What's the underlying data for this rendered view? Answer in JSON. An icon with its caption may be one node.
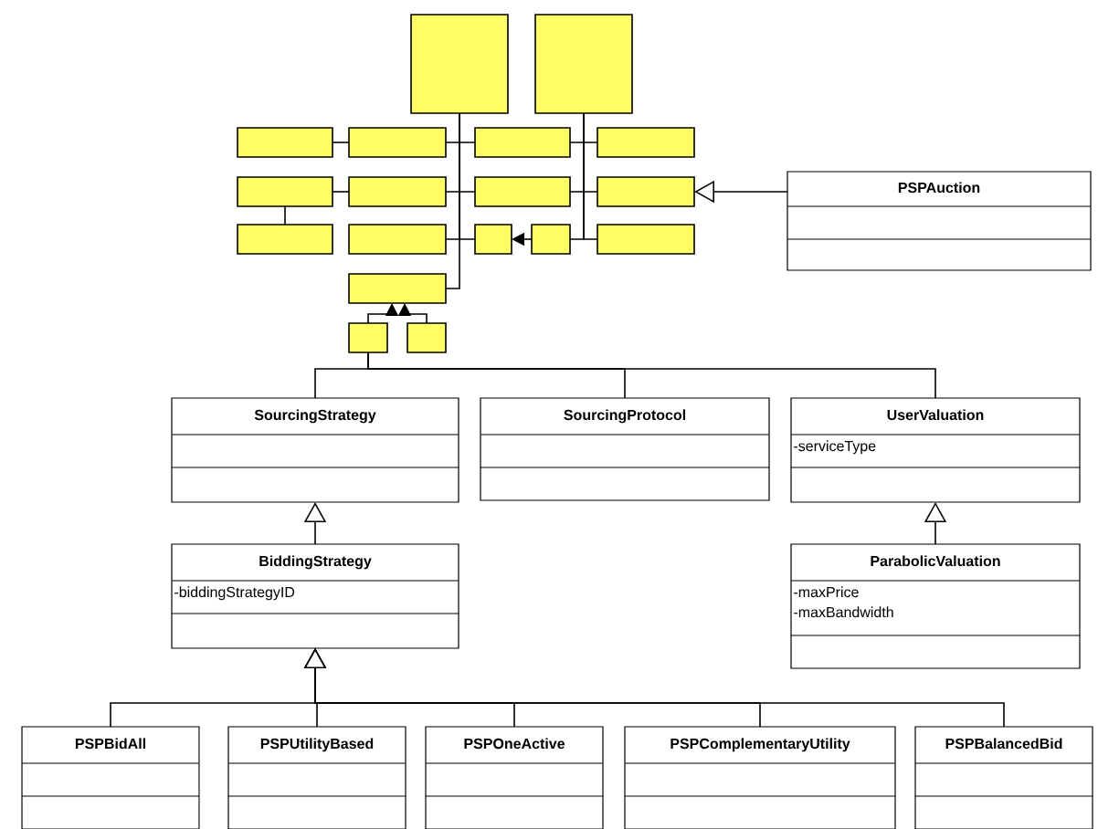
{
  "diagram": {
    "nodes": [
      {
        "text": [],
        "shape": "box"
      },
      {
        "text": [],
        "shape": "box"
      },
      {
        "text": [],
        "shape": "box"
      },
      {
        "text": [],
        "shape": "box"
      },
      {
        "text": [],
        "shape": "box"
      },
      {
        "text": [],
        "shape": "box"
      },
      {
        "text": [],
        "shape": "box"
      },
      {
        "text": [],
        "shape": "box"
      },
      {
        "text": [],
        "shape": "box"
      },
      {
        "text": [],
        "shape": "box"
      },
      {
        "text": [
          "PSPAuction"
        ]
      },
      {
        "text": [],
        "shape": "box"
      },
      {
        "text": [],
        "shape": "box"
      },
      {
        "text": [],
        "shape": "box"
      },
      {
        "text": [],
        "shape": "box"
      },
      {
        "text": [],
        "shape": "box"
      },
      {
        "text": [],
        "shape": "box"
      },
      {
        "text": [],
        "shape": "box"
      },
      {
        "text": [],
        "shape": "box"
      },
      {
        "text": [
          "SourcingStrategy"
        ]
      },
      {
        "text": [
          "SourcingProtocol"
        ]
      },
      {
        "text": [
          "UserValuation",
          "-serviceType"
        ]
      },
      {
        "text": [
          "BiddingStrategy",
          "-biddingStrategyID"
        ]
      },
      {
        "text": [
          "ParabolicValuation",
          "-maxPrice",
          "-maxBandwidth"
        ]
      },
      {
        "text": [
          "PSPBidAll"
        ]
      },
      {
        "text": [
          "PSPUtilityBased"
        ]
      },
      {
        "text": [
          "PSPOneActive"
        ]
      },
      {
        "text": [
          "PSPComplementaryUtility"
        ]
      },
      {
        "text": [
          "PSPBalancedBid"
        ]
      }
    ],
    "edges": [
      {
        "from": 0,
        "to": 3,
        "arrow": "none"
      },
      {
        "from": 0,
        "to": 4,
        "arrow": "none"
      },
      {
        "from": 0,
        "to": 7,
        "arrow": "none"
      },
      {
        "from": 0,
        "to": 8,
        "arrow": "none"
      },
      {
        "from": 0,
        "to": 12,
        "arrow": "none"
      },
      {
        "from": 0,
        "to": 13,
        "arrow": "none"
      },
      {
        "from": 0,
        "to": 16,
        "arrow": "none"
      },
      {
        "from": 1,
        "to": 4,
        "arrow": "none"
      },
      {
        "from": 1,
        "to": 5,
        "arrow": "none"
      },
      {
        "from": 1,
        "to": 8,
        "arrow": "none"
      },
      {
        "from": 1,
        "to": 9,
        "arrow": "none"
      },
      {
        "from": 1,
        "to": 14,
        "arrow": "none"
      },
      {
        "from": 1,
        "to": 15,
        "arrow": "none"
      },
      {
        "from": 2,
        "to": 3,
        "arrow": "none"
      },
      {
        "from": 6,
        "to": 7,
        "arrow": "none"
      },
      {
        "from": 6,
        "to": 11,
        "arrow": "none"
      },
      {
        "from": 14,
        "to": 13,
        "arrow": "to"
      },
      {
        "from": 10,
        "to": 9,
        "arrow": "to"
      },
      {
        "from": 17,
        "to": 16,
        "arrow": "to"
      },
      {
        "from": 18,
        "to": 16,
        "arrow": "to"
      },
      {
        "from": 17,
        "to": 19,
        "arrow": "none"
      },
      {
        "from": 17,
        "to": 20,
        "arrow": "none"
      },
      {
        "from": 17,
        "to": 21,
        "arrow": "none"
      },
      {
        "from": 22,
        "to": 19,
        "arrow": "to"
      },
      {
        "from": 23,
        "to": 21,
        "arrow": "to"
      },
      {
        "from": 24,
        "to": 22,
        "arrow": "to"
      },
      {
        "from": 25,
        "to": 22,
        "arrow": "to"
      },
      {
        "from": 26,
        "to": 22,
        "arrow": "to"
      },
      {
        "from": 27,
        "to": 22,
        "arrow": "to"
      },
      {
        "from": 28,
        "to": 22,
        "arrow": "to"
      }
    ]
  }
}
